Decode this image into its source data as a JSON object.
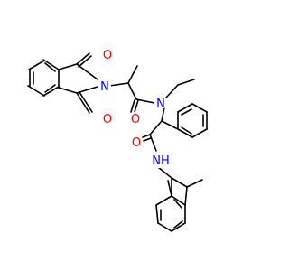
{
  "colors": {
    "background": "#ffffff",
    "bond": "#000000",
    "carbon": "#000000",
    "oxygen": "#ff0000",
    "nitrogen": "#0000ff"
  },
  "molecule": {
    "atoms": [
      {
        "id": "O1",
        "label": "O"
      },
      {
        "id": "O2",
        "label": "O"
      },
      {
        "id": "N1",
        "label": "N"
      },
      {
        "id": "O3",
        "label": "O"
      },
      {
        "id": "N2",
        "label": "N"
      },
      {
        "id": "O4",
        "label": "O"
      },
      {
        "id": "N3",
        "label": "N",
        "sublabel": "H"
      }
    ]
  }
}
